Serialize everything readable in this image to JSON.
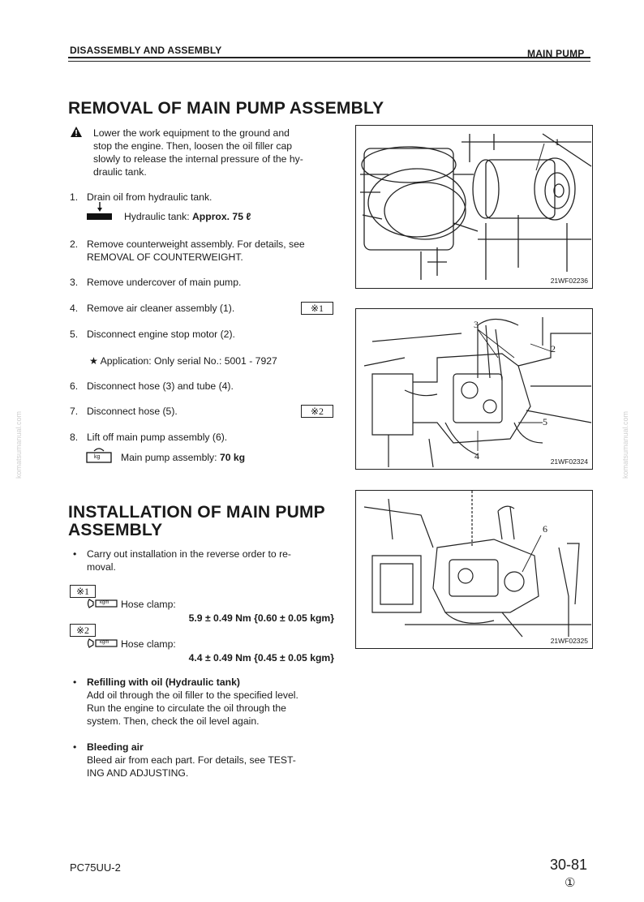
{
  "header": {
    "section": "DISASSEMBLY AND ASSEMBLY",
    "topic": "MAIN PUMP"
  },
  "removal": {
    "title": "REMOVAL OF MAIN PUMP ASSEMBLY",
    "warning": [
      "Lower the work equipment to the ground and",
      "stop the engine.  Then, loosen the oil filler cap",
      "slowly to release the internal pressure of the hy-",
      "draulic tank."
    ],
    "steps": [
      {
        "num": "1.",
        "text": "Drain oil from hydraulic tank."
      },
      {
        "num": "2.",
        "lines": [
          "Remove counterweight assembly. For details, see",
          "REMOVAL OF COUNTERWEIGHT."
        ]
      },
      {
        "num": "3.",
        "text": "Remove undercover of main pump."
      },
      {
        "num": "4.",
        "text": "Remove air cleaner assembly (1).",
        "ref": "※1"
      },
      {
        "num": "5.",
        "text": "Disconnect engine stop motor (2)."
      },
      {
        "num": "6.",
        "text": "Disconnect hose (3) and tube (4)."
      },
      {
        "num": "7.",
        "text": "Disconnect hose (5).",
        "ref": "※2"
      },
      {
        "num": "8.",
        "text": "Lift off main pump assembly (6)."
      }
    ],
    "drain_note": {
      "label": "Hydraulic tank: ",
      "value": "Approx. 75 ℓ"
    },
    "application_note": "★  Application: Only serial No.: 5001 - 7927",
    "weight_note": {
      "label": "Main pump assembly: ",
      "value": "70 kg",
      "icon_text": "kg"
    }
  },
  "installation": {
    "title_lines": [
      "INSTALLATION OF MAIN PUMP",
      "ASSEMBLY"
    ],
    "intro": [
      "Carry out installation in the reverse order to re-",
      "moval."
    ],
    "torques": [
      {
        "ref": "※1",
        "label": "Hose clamp:",
        "value": "5.9 ± 0.49 Nm {0.60 ± 0.05 kgm}"
      },
      {
        "ref": "※2",
        "label": "Hose clamp:",
        "value": "4.4 ± 0.49 Nm {0.45 ± 0.05 kgm}"
      }
    ],
    "torque_icon_text": "kgm",
    "refill": {
      "title": "Refilling with oil (Hydraulic tank)",
      "lines": [
        "Add oil through the oil filler to the specified level.",
        "Run the engine to circulate the oil through the",
        "system.  Then, check the oil level again."
      ]
    },
    "bleed": {
      "title": "Bleeding air",
      "lines": [
        "Bleed air from each part.  For details, see TEST-",
        "ING AND ADJUSTING."
      ]
    }
  },
  "figures": [
    {
      "code": "21WF02236",
      "callouts": [
        "1"
      ]
    },
    {
      "code": "21WF02324",
      "callouts": [
        "3",
        "2",
        "5",
        "4"
      ]
    },
    {
      "code": "21WF02325",
      "callouts": [
        "6"
      ]
    }
  ],
  "footer": {
    "model": "PC75UU-2",
    "page": "30-81",
    "revision": "①"
  },
  "watermark": "komatsumanual.com"
}
